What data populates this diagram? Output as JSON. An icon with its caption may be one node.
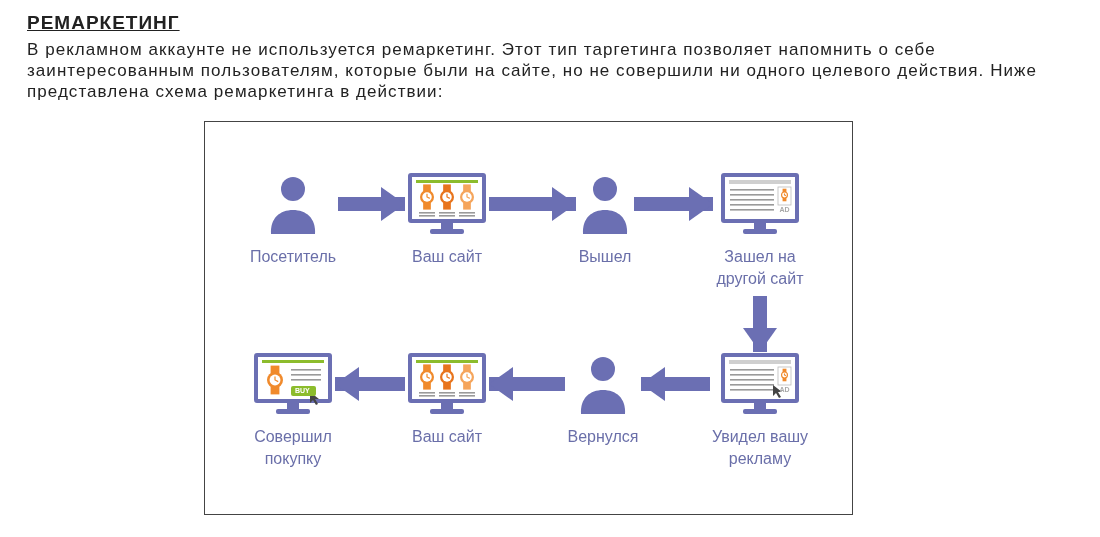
{
  "diagram": {
    "title": "РЕМАРКЕТИНГ",
    "nodes": [
      {
        "text": [
          "Посетитель"
        ]
      },
      {
        "text": [
          "Ваш сайт"
        ]
      },
      {
        "text": [
          "Вышел"
        ]
      },
      {
        "text": [
          "Зашел на другой сайт"
        ]
      },
      {
        "text": [
          "Увидел вашу рекламу"
        ]
      },
      {
        "text": [
          "Вернулся"
        ]
      },
      {
        "text": [
          "Ваш сайт"
        ]
      },
      {
        "text": [
          "Совершил покупку"
        ]
      }
    ],
    "edges": [
      {
        "from": 0,
        "to": 1,
        "arrow": "to"
      },
      {
        "from": 1,
        "to": 2,
        "arrow": "to"
      },
      {
        "from": 2,
        "to": 3,
        "arrow": "to"
      },
      {
        "from": 3,
        "to": 4,
        "arrow": "to"
      },
      {
        "from": 4,
        "to": 5,
        "arrow": "to"
      },
      {
        "from": 5,
        "to": 6,
        "arrow": "to"
      },
      {
        "from": 6,
        "to": 7,
        "arrow": "to"
      }
    ],
    "labels": [
      "В рекламном аккаунте не используется ремаркетинг. Этот тип таргетинга позволяет напомнить о себе заинтересованным пользователям, которые были на сайте, но не совершили ни одного целевого действия. Ниже представлена схема ремаркетинга в действии:",
      "AD",
      "BUY",
      "AD"
    ]
  }
}
